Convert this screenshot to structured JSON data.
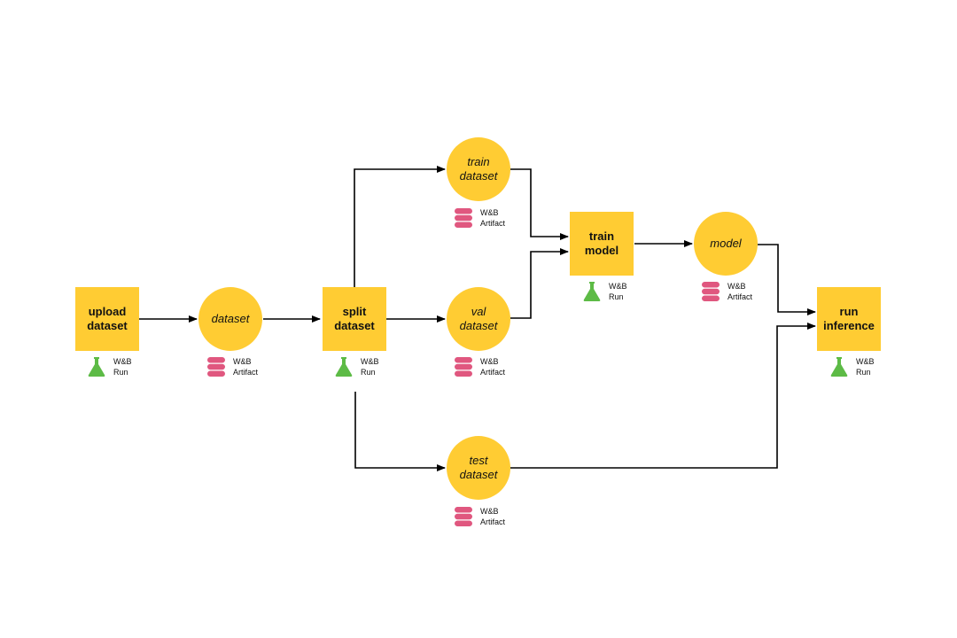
{
  "colors": {
    "node_fill": "#FFCC33",
    "run_icon": "#5DBB46",
    "artifact_icon": "#E0577F",
    "edge": "#000000"
  },
  "badges": {
    "run": {
      "line1": "W&B",
      "line2": "Run",
      "icon": "flask-icon"
    },
    "artifact": {
      "line1": "W&B",
      "line2": "Artifact",
      "icon": "database-icon"
    }
  },
  "nodes": {
    "upload_dataset": {
      "type": "run",
      "line1": "upload",
      "line2": "dataset"
    },
    "dataset": {
      "type": "artifact",
      "line1": "dataset",
      "line2": ""
    },
    "split_dataset": {
      "type": "run",
      "line1": "split",
      "line2": "dataset"
    },
    "train_dataset": {
      "type": "artifact",
      "line1": "train",
      "line2": "dataset"
    },
    "val_dataset": {
      "type": "artifact",
      "line1": "val",
      "line2": "dataset"
    },
    "test_dataset": {
      "type": "artifact",
      "line1": "test",
      "line2": "dataset"
    },
    "train_model": {
      "type": "run",
      "line1": "train",
      "line2": "model"
    },
    "model": {
      "type": "artifact",
      "line1": "model",
      "line2": ""
    },
    "run_inference": {
      "type": "run",
      "line1": "run",
      "line2": "inference"
    }
  },
  "edges": [
    {
      "from": "upload_dataset",
      "to": "dataset"
    },
    {
      "from": "dataset",
      "to": "split_dataset"
    },
    {
      "from": "split_dataset",
      "to": "train_dataset"
    },
    {
      "from": "split_dataset",
      "to": "val_dataset"
    },
    {
      "from": "split_dataset",
      "to": "test_dataset"
    },
    {
      "from": "train_dataset",
      "to": "train_model"
    },
    {
      "from": "val_dataset",
      "to": "train_model"
    },
    {
      "from": "train_model",
      "to": "model"
    },
    {
      "from": "model",
      "to": "run_inference"
    },
    {
      "from": "test_dataset",
      "to": "run_inference"
    }
  ]
}
